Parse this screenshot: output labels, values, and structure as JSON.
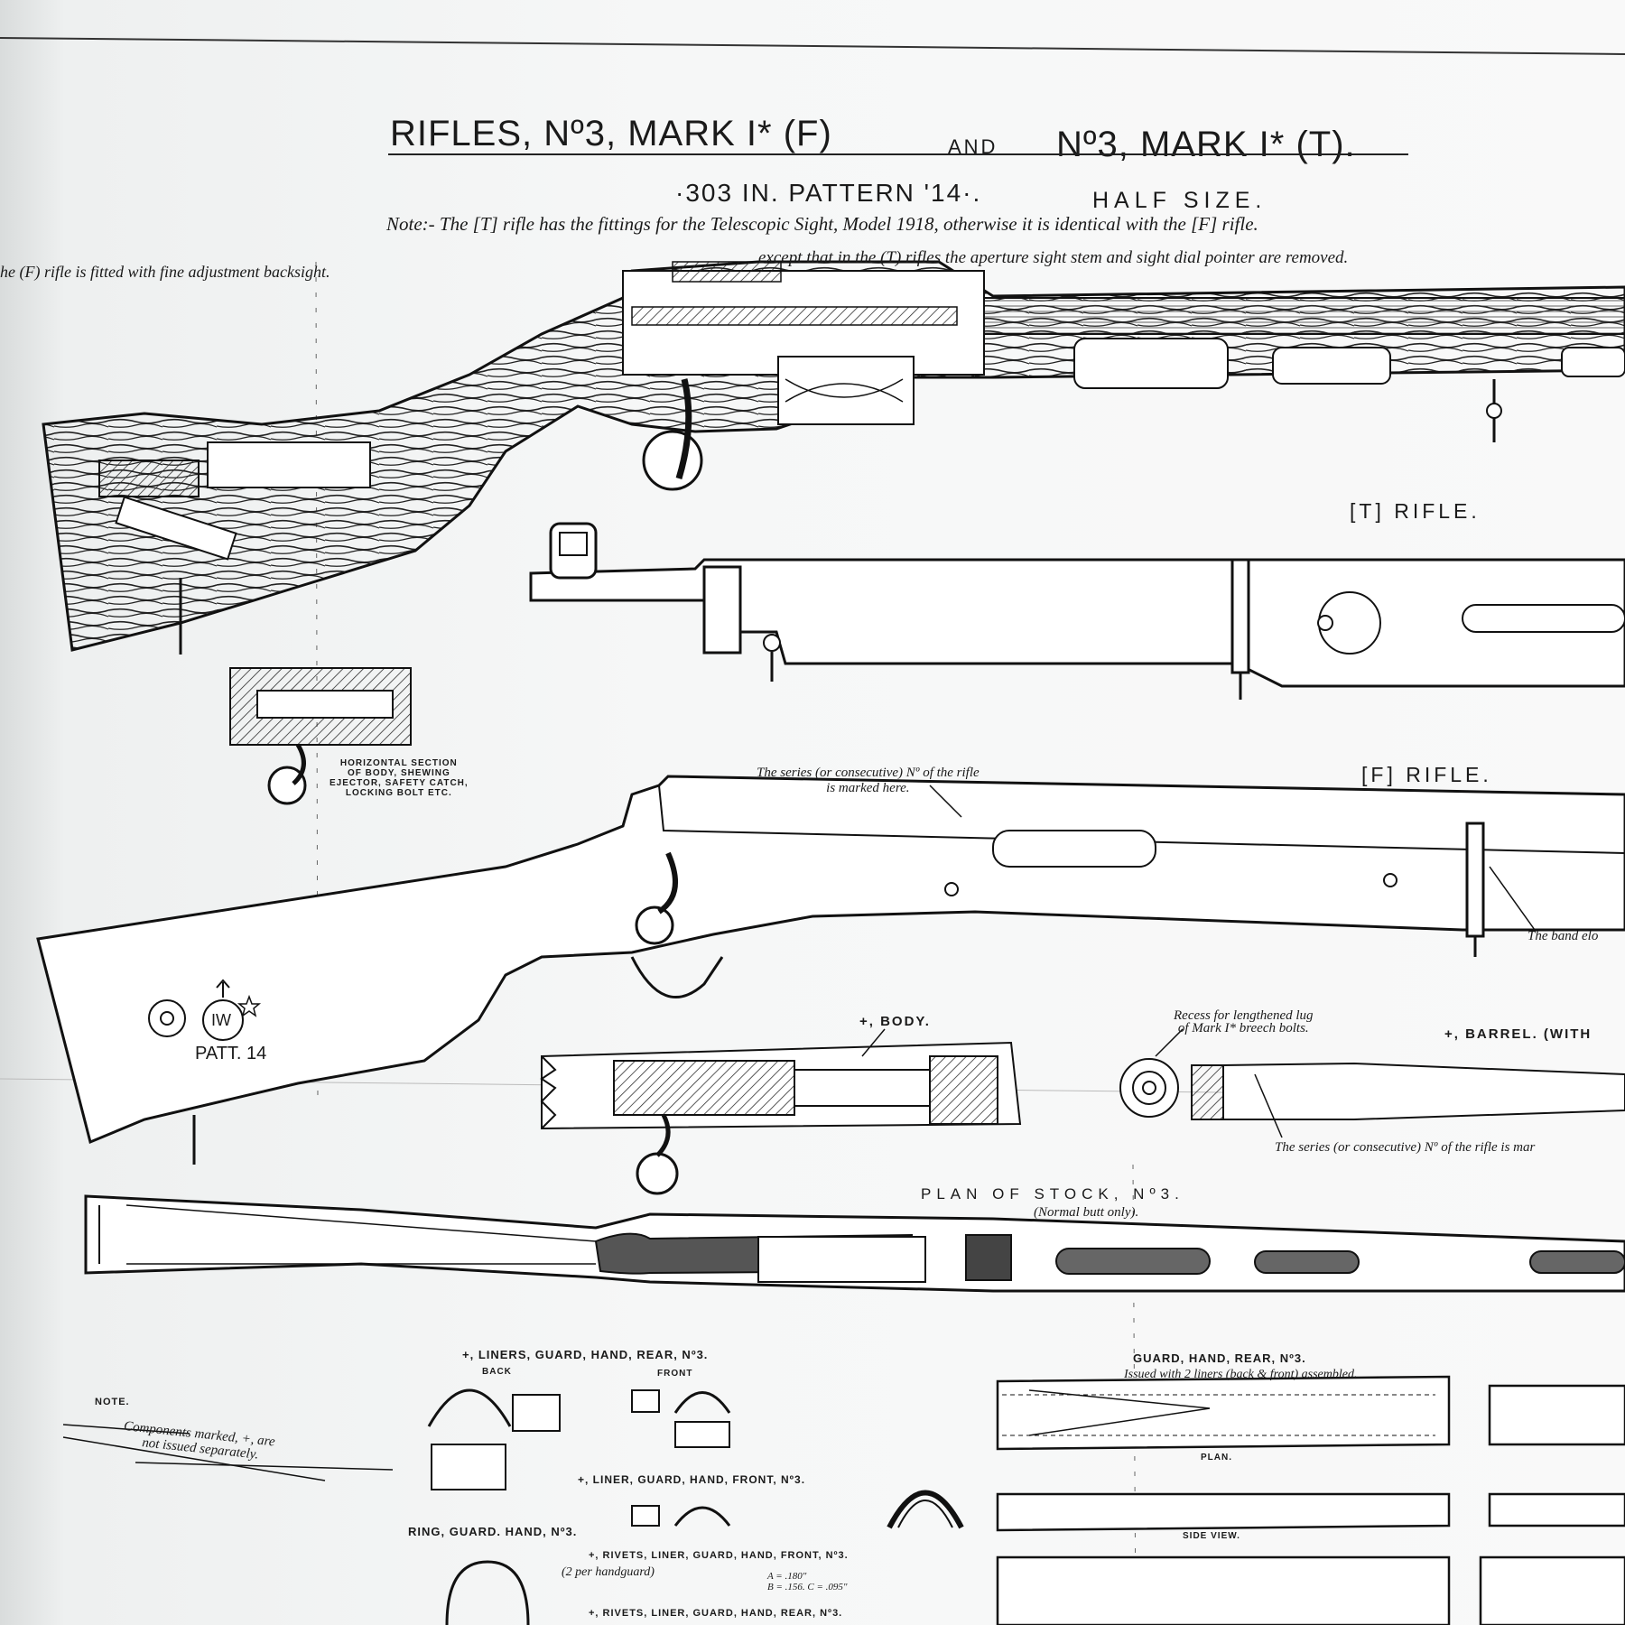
{
  "title": {
    "part1": "RIFLES, Nº3, MARK I* (F)",
    "and": "AND",
    "part2": "Nº3, MARK I* (T)."
  },
  "subtitle": {
    "pattern": "·303 IN. PATTERN '14·.",
    "scale": "HALF SIZE."
  },
  "notes": {
    "t_rifle_line1": "Note:- The     [T] rifle has the fittings for the Telescopic Sight, Model 1918, otherwise it is identical with the     [F] rifle.",
    "t_rifle_line2": "except that in the (T) rifles the aperture sight stem and sight dial pointer are removed.",
    "f_rifle": "he (F) rifle is fitted with fine adjustment backsight."
  },
  "labels": {
    "t_rifle": "[T] RIFLE.",
    "f_rifle": "[F] RIFLE.",
    "horizontal_section": [
      "HORIZONTAL SECTION",
      "OF BODY, SHEWING",
      "EJECTOR, SAFETY CATCH,",
      "LOCKING BOLT ETC."
    ],
    "series_marked_here": [
      "The series (or consecutive) Nº of the rifle",
      "is marked here."
    ],
    "band_note": "The band elo",
    "body": "+, BODY.",
    "recess_note": [
      "Recess for lengthened lug",
      "of Mark I* breech bolts."
    ],
    "barrel": "+, BARREL. (WITH",
    "series_barrel": "The series (or consecutive) Nº of the rifle is mar",
    "plan_of_stock": "PLAN OF STOCK, Nº3.",
    "normal_butt": "(Normal butt only).",
    "liners_rear": "+, LINERS, GUARD, HAND, REAR, Nº3.",
    "back": "BACK",
    "front": "FRONT",
    "liner_front": "+, LINER, GUARD, HAND, FRONT, Nº3.",
    "ring": "RING, GUARD. HAND, Nº3.",
    "rivets_front": "+, RIVETS, LINER, GUARD, HAND, FRONT, Nº3.",
    "per_handguard": "(2 per handguard)",
    "dims": [
      "A = .180\"",
      "B = .156. C = .095\""
    ],
    "rivets_rear": "+, RIVETS, LINER, GUARD, HAND, REAR, Nº3.",
    "guard_hand_rear": "GUARD, HAND, REAR, Nº3.",
    "issued_with": "Issued with 2 liners (back & front) assembled.",
    "plan": "PLAN.",
    "side_view": "SIDE VIEW.",
    "note_title": "NOTE.",
    "components_note": [
      "Components marked, +, are",
      "not issued separately."
    ],
    "stamp_iw": "IW",
    "stamp_patt": "PATT. 14"
  },
  "colors": {
    "ink": "#1a1a1a",
    "paper": "#f7f8f8",
    "wood_edge": "#8a4a24"
  }
}
